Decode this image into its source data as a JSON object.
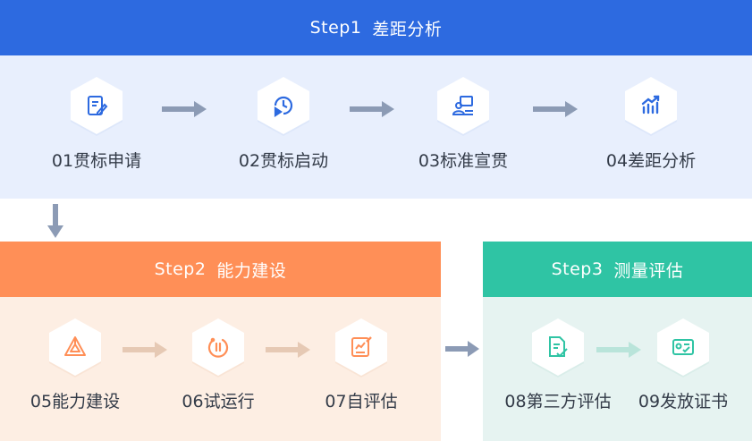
{
  "colors": {
    "step1_header": "#2d6ae0",
    "step1_panel": "#e8effd",
    "step2_header": "#ff8f57",
    "step2_panel": "#fdeee3",
    "step3_header": "#2fc4a4",
    "step3_panel": "#e6f3f1",
    "blue_icon": "#2d6ae0",
    "orange_icon": "#ff8f57",
    "green_icon": "#2fc4a4",
    "label_text": "#333b48"
  },
  "step1": {
    "label": "Step1",
    "title": "差距分析",
    "stages": [
      {
        "label": "01贯标申请",
        "icon": "document-edit-icon"
      },
      {
        "label": "02贯标启动",
        "icon": "clock-play-icon"
      },
      {
        "label": "03标准宣贯",
        "icon": "presenter-icon"
      },
      {
        "label": "04差距分析",
        "icon": "bar-chart-trend-icon"
      }
    ]
  },
  "step2": {
    "label": "Step2",
    "title": "能力建设",
    "stages": [
      {
        "label": "05能力建设",
        "icon": "triangle-structure-icon"
      },
      {
        "label": "06试运行",
        "icon": "circle-pause-icon"
      },
      {
        "label": "07自评估",
        "icon": "report-edit-icon"
      }
    ]
  },
  "step3": {
    "label": "Step3",
    "title": "测量评估",
    "stages": [
      {
        "label": "08第三方评估",
        "icon": "document-check-icon"
      },
      {
        "label": "09发放证书",
        "icon": "certificate-icon"
      }
    ]
  }
}
